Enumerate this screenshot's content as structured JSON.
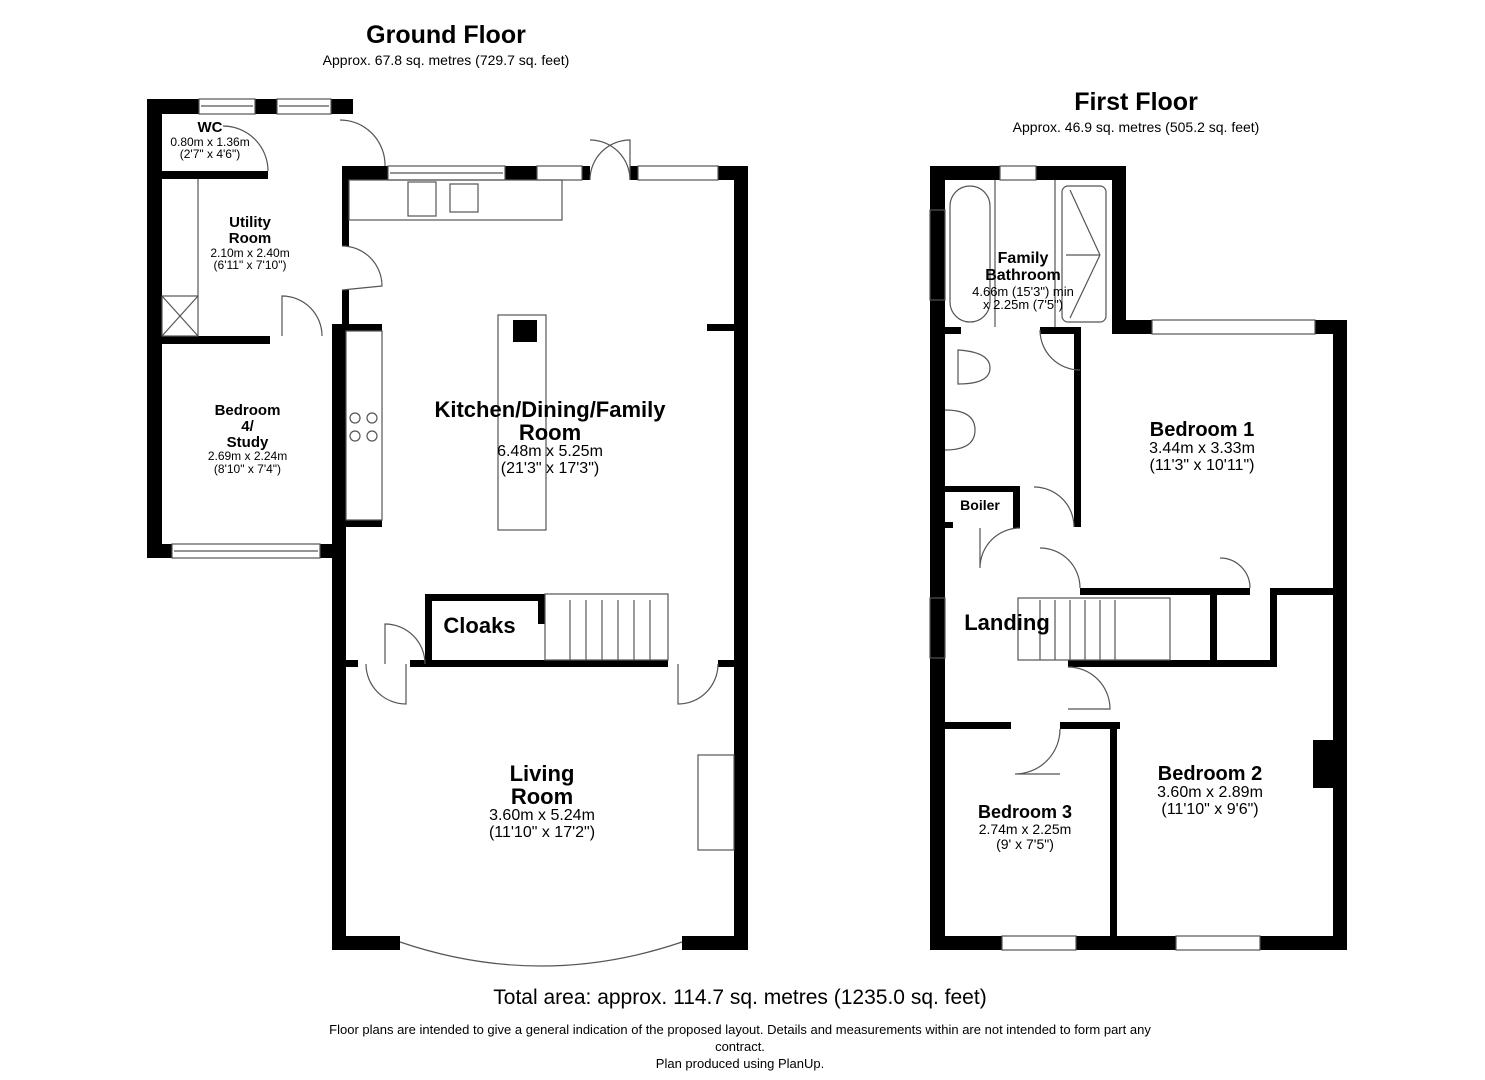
{
  "ground_floor": {
    "title": "Ground Floor",
    "area": "Approx. 67.8 sq. metres (729.7 sq. feet)",
    "rooms": {
      "wc": {
        "name": "WC",
        "metric": "0.80m x 1.36m",
        "imperial": "(2'7\" x 4'6\")"
      },
      "utility": {
        "name_1": "Utility",
        "name_2": "Room",
        "metric": "2.10m x 2.40m",
        "imperial": "(6'11\" x 7'10\")"
      },
      "bedroom4": {
        "name_1": "Bedroom",
        "name_2": "4/",
        "name_3": "Study",
        "metric": "2.69m x 2.24m",
        "imperial": "(8'10\" x 7'4\")"
      },
      "kitchen": {
        "name_1": "Kitchen/Dining/Family",
        "name_2": "Room",
        "metric": "6.48m x 5.25m",
        "imperial": "(21'3\" x 17'3\")"
      },
      "cloaks": {
        "name": "Cloaks"
      },
      "living": {
        "name_1": "Living",
        "name_2": "Room",
        "metric": "3.60m x 5.24m",
        "imperial": "(11'10\" x 17'2\")"
      }
    }
  },
  "first_floor": {
    "title": "First Floor",
    "area": "Approx. 46.9 sq. metres (505.2 sq. feet)",
    "rooms": {
      "bathroom": {
        "name_1": "Family",
        "name_2": "Bathroom",
        "metric": "4.66m (15'3\") min",
        "imperial": "x 2.25m (7'5\")"
      },
      "bedroom1": {
        "name": "Bedroom 1",
        "metric": "3.44m x 3.33m",
        "imperial": "(11'3\" x 10'11\")"
      },
      "boiler": {
        "name": "Boiler"
      },
      "landing": {
        "name": "Landing"
      },
      "bedroom2": {
        "name": "Bedroom 2",
        "metric": "3.60m x 2.89m",
        "imperial": "(11'10\" x 9'6\")"
      },
      "bedroom3": {
        "name": "Bedroom 3",
        "metric": "2.74m x 2.25m",
        "imperial": "(9' x 7'5\")"
      }
    }
  },
  "footer": {
    "total": "Total area: approx. 114.7 sq. metres (1235.0 sq. feet)",
    "disclaimer_1": "Floor plans are intended to give a general indication of the proposed layout. Details and measurements within are not intended to form part any",
    "disclaimer_2": "contract.",
    "credit": "Plan produced using PlanUp."
  },
  "colors": {
    "wall": "#000000",
    "fixture": "#555555",
    "background": "#ffffff"
  }
}
